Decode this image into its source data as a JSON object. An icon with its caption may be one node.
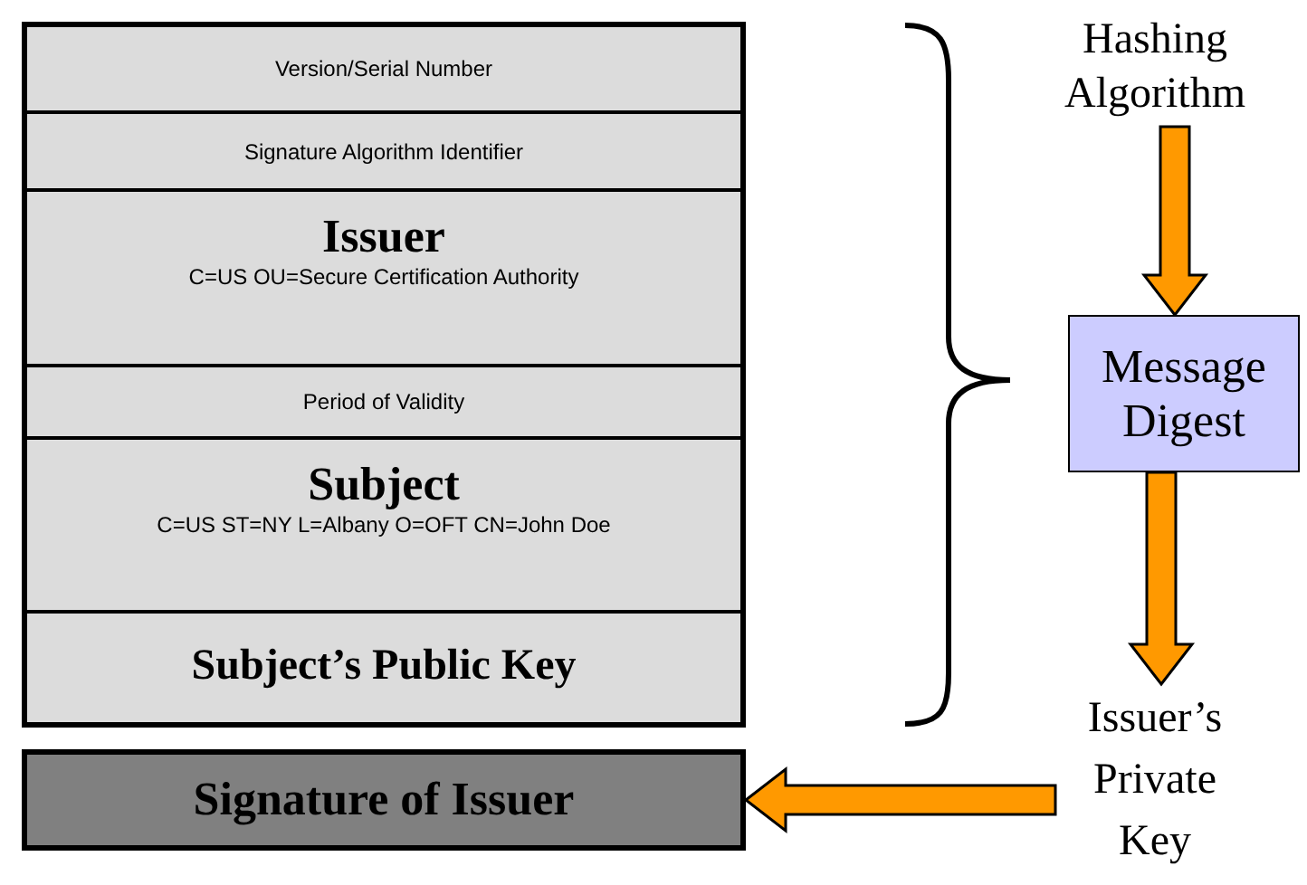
{
  "diagram": {
    "nodes": [
      {
        "text": [],
        "shape": "box"
      },
      {
        "text": [
          "Version/Serial Number"
        ],
        "in": 0
      },
      {
        "text": [
          "Signature Algorithm Identifier"
        ],
        "in": 0
      },
      {
        "text": [
          "Issuer",
          "C=US OU=Secure Certification Authority"
        ],
        "in": 0
      },
      {
        "text": [
          "Period of Validity"
        ],
        "in": 0
      },
      {
        "text": [
          "Subject",
          "C=US ST=NY L=Albany O=OFT CN=John Doe"
        ],
        "in": 0
      },
      {
        "text": [
          "Subject’s Public Key"
        ],
        "in": 0
      },
      {
        "text": [
          "Signature of Issuer"
        ]
      },
      {
        "text": [
          "Hashing Algorithm"
        ]
      },
      {
        "text": [
          "Message Digest"
        ]
      },
      {
        "text": [
          "Issuer’s Private Key"
        ]
      }
    ],
    "edges": [
      {
        "from": 8,
        "to": 9,
        "arrow": "to"
      },
      {
        "from": 9,
        "to": 10,
        "arrow": "to"
      },
      {
        "from": 10,
        "to": 7,
        "arrow": "to"
      }
    ]
  }
}
